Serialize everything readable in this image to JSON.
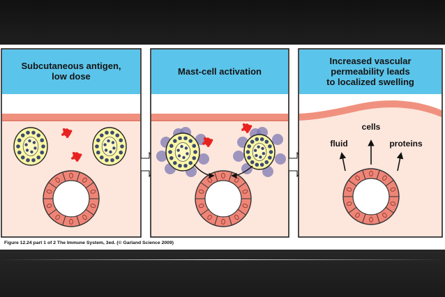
{
  "panels": [
    {
      "title_line1": "Subcutaneous antigen,",
      "title_line2": "low dose"
    },
    {
      "title_line1": "Mast-cell activation",
      "title_line2": ""
    },
    {
      "title_line1": "Increased vascular",
      "title_line2": "permeability leads",
      "title_line3": "to localized swelling"
    }
  ],
  "labels": {
    "cells": "cells",
    "fluid": "fluid",
    "proteins": "proteins"
  },
  "caption": "Figure 12.24 part 1 of 2  The Immune System, 3ed. (© Garland Science 2009)",
  "colors": {
    "header_blue": "#5bc4ea",
    "tissue": "#fde6dc",
    "skin_band": "#f0917f",
    "vessel": "#ef8577",
    "mast_cell_fill": "#fbf7a4",
    "granule": "#3d4a70",
    "antigen": "#e8231f",
    "released_mediator": "#7c7ab3"
  },
  "icons": [
    "mast-cell-icon",
    "antigen-icon",
    "blood-vessel-icon",
    "arrow-icon"
  ]
}
